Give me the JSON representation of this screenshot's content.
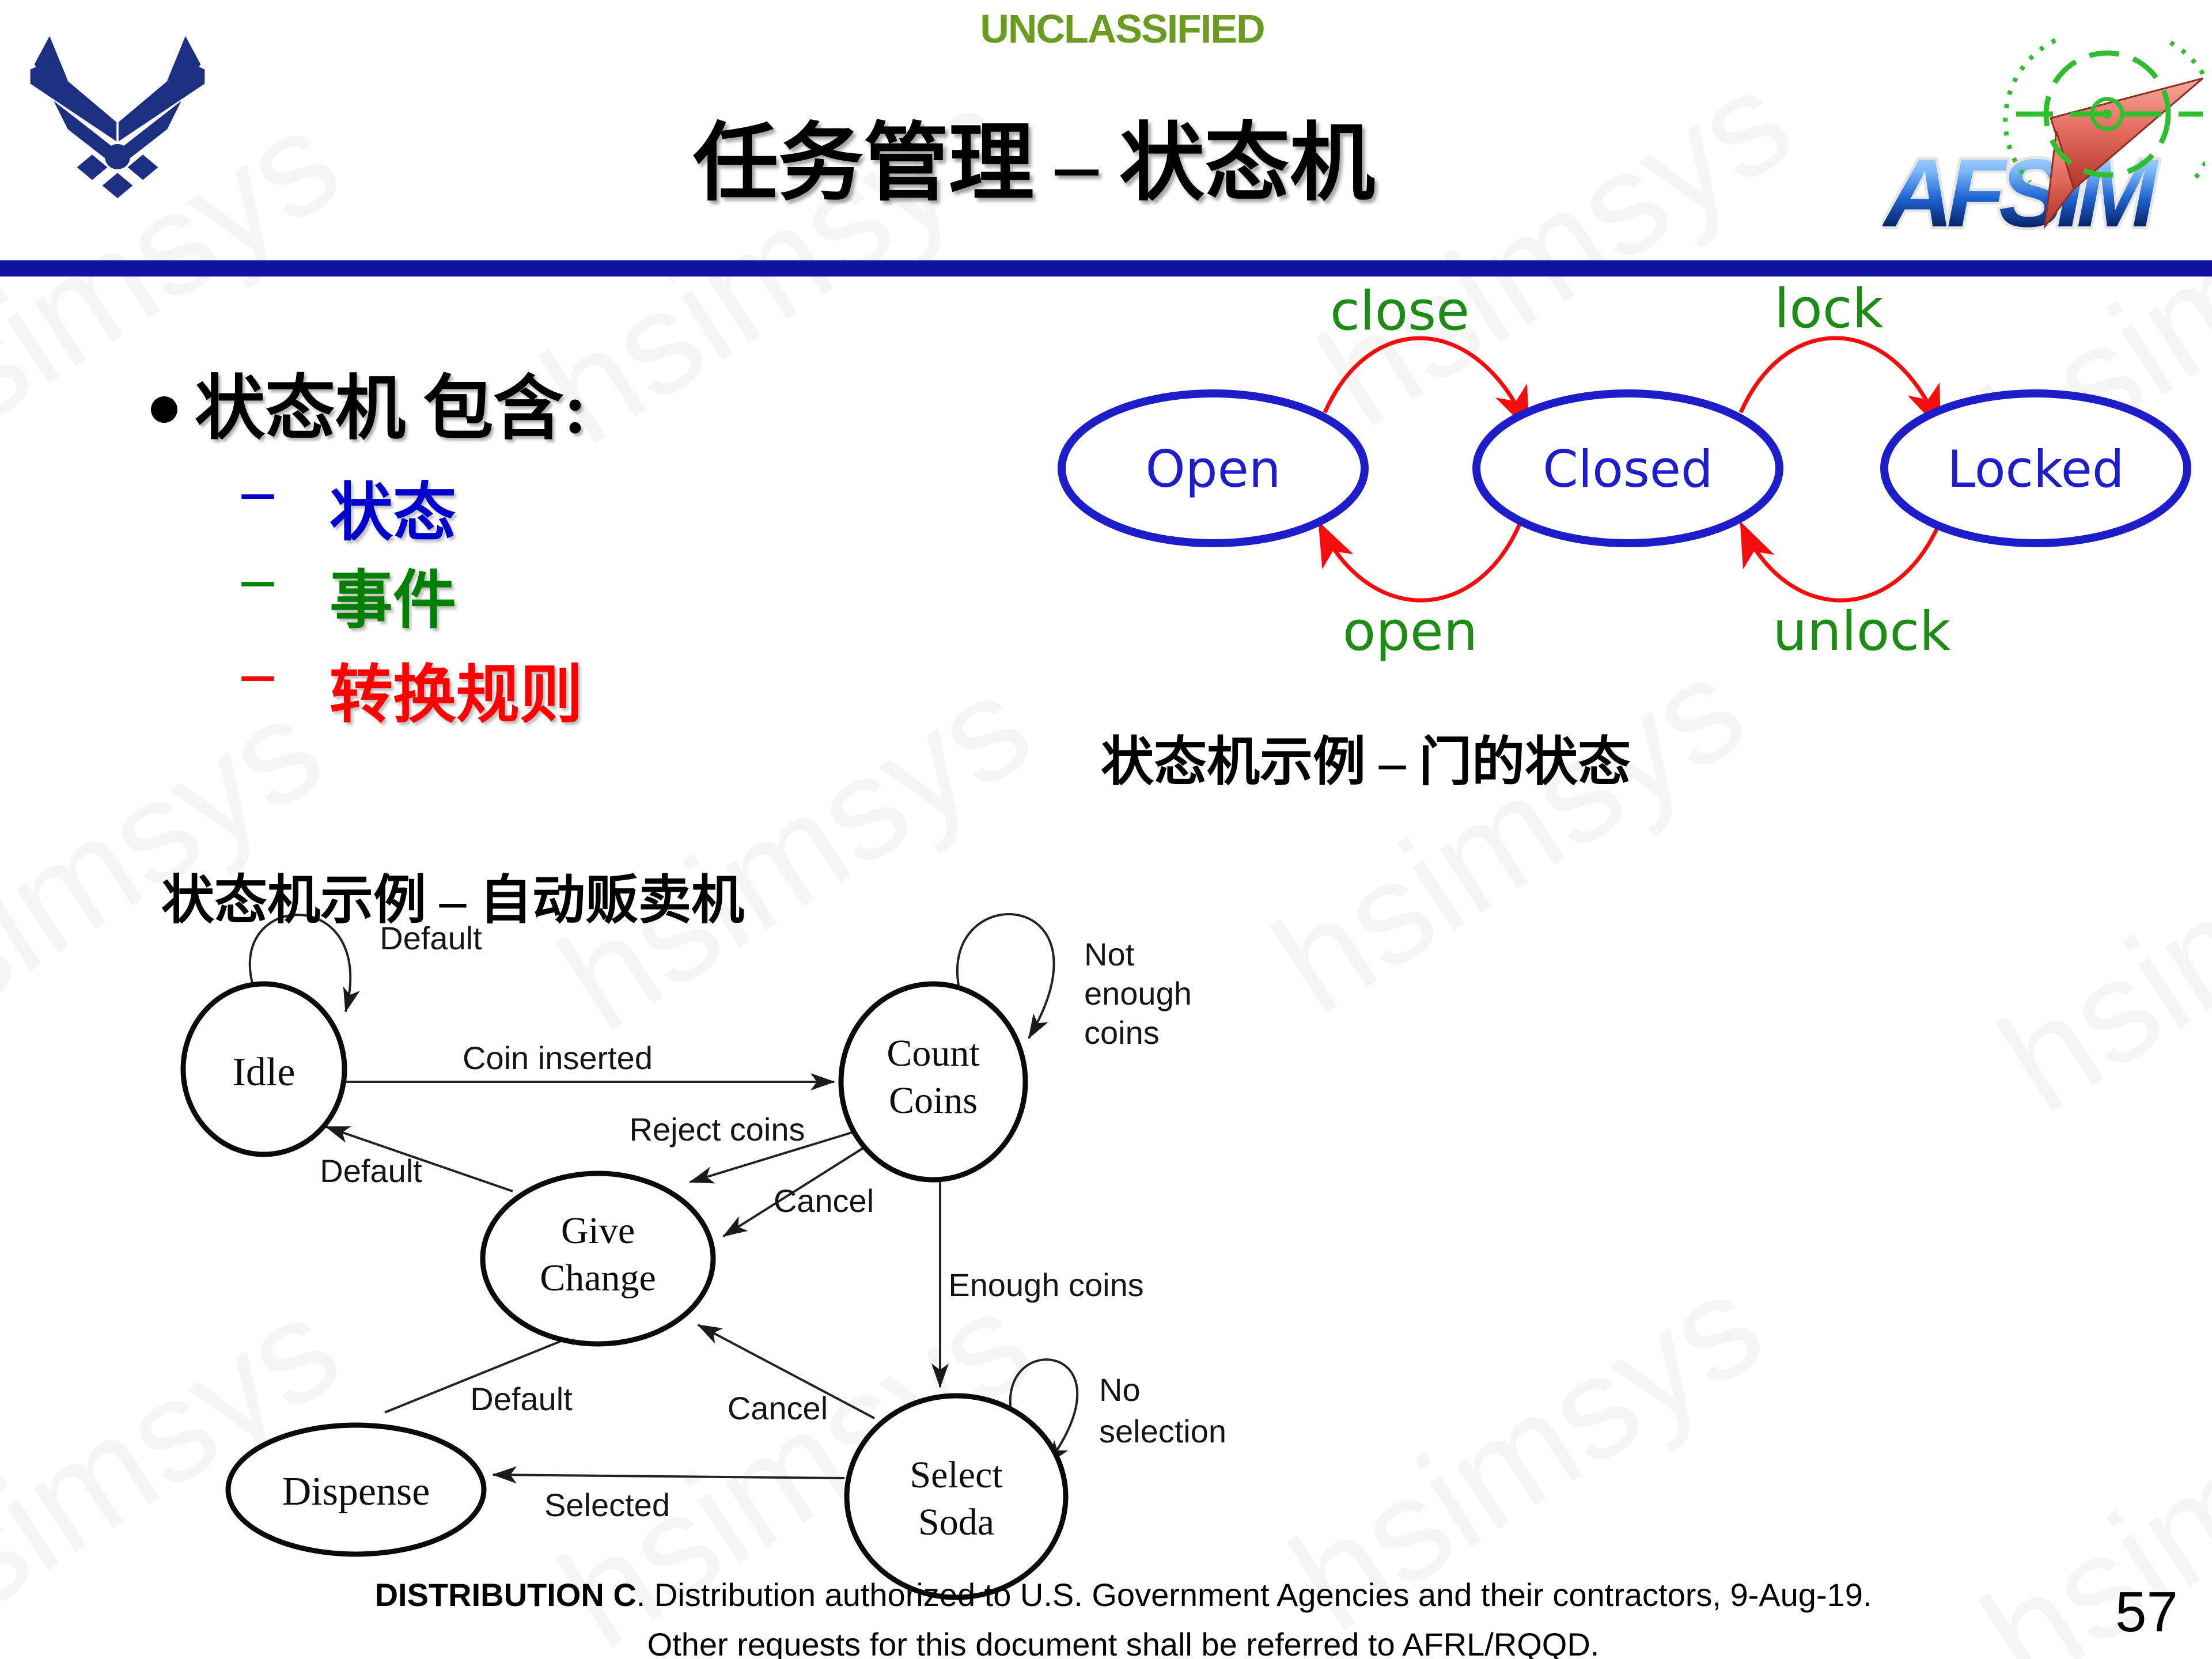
{
  "header": {
    "classification": "UNCLASSIFIED",
    "title": "任务管理 – 状态机"
  },
  "logos": {
    "left": "us-air-force-wings-symbol",
    "right_text": "AFSIM"
  },
  "bullets": {
    "heading": "状态机 包含:",
    "dash": "–",
    "items": [
      {
        "label": "状态"
      },
      {
        "label": "事件"
      },
      {
        "label": "转换规则"
      }
    ]
  },
  "door_diagram": {
    "caption": "状态机示例 – 门的状态",
    "states": [
      {
        "label": "Open"
      },
      {
        "label": "Closed"
      },
      {
        "label": "Locked"
      }
    ],
    "transitions": [
      {
        "label": "close",
        "from": "Open",
        "to": "Closed"
      },
      {
        "label": "lock",
        "from": "Closed",
        "to": "Locked"
      },
      {
        "label": "open",
        "from": "Closed",
        "to": "Open"
      },
      {
        "label": "unlock",
        "from": "Locked",
        "to": "Closed"
      }
    ]
  },
  "vending_diagram": {
    "caption": "状态机示例 – 自动贩卖机",
    "states": [
      {
        "line1": "Idle"
      },
      {
        "line1": "Count",
        "line2": "Coins"
      },
      {
        "line1": "Give",
        "line2": "Change"
      },
      {
        "line1": "Select",
        "line2": "Soda"
      },
      {
        "line1": "Dispense"
      }
    ],
    "labels": {
      "idle_self": "Default",
      "coin_inserted": "Coin inserted",
      "not_enough_1": "Not",
      "not_enough_2": "enough",
      "not_enough_3": "coins",
      "reject_coins": "Reject coins",
      "cancel_top": "Cancel",
      "enough_coins": "Enough coins",
      "default_left": "Default",
      "default_bottom": "Default",
      "cancel_bottom": "Cancel",
      "no_selection_1": "No",
      "no_selection_2": "selection",
      "selected": "Selected"
    }
  },
  "footer": {
    "line1_bold": "DISTRIBUTION C",
    "line1_rest": ". Distribution authorized to U.S. Government Agencies and their contractors, 9-Aug-19.",
    "line2": "Other requests for this document shall be referred to AFRL/RQQD.",
    "page_number": "57"
  },
  "watermark": {
    "text": "hsimsys"
  },
  "colors": {
    "divider_navy": "#1212a0",
    "state_blue": "#1d1dca",
    "transition_green": "#1d8c15",
    "arrow_red": "#f50d0d",
    "classification_green": "#6b9c21",
    "item_blue": "#0000cc",
    "item_green": "#008000",
    "item_red": "#ff0000"
  }
}
